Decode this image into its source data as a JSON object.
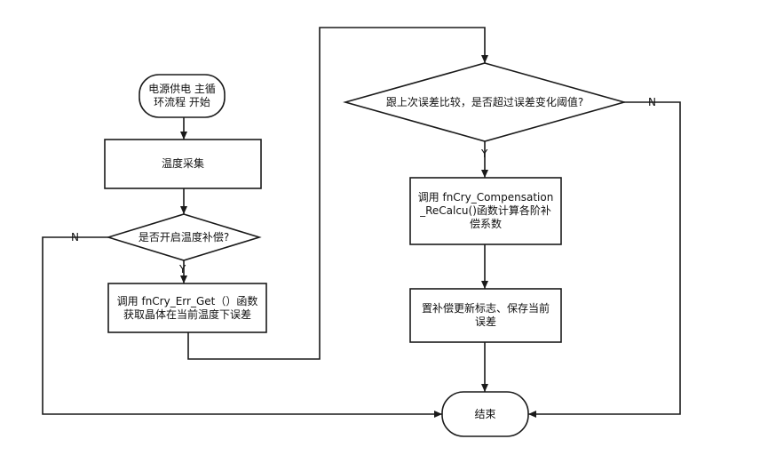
{
  "nodes": {
    "start": "电源供电 主循环流程 开始",
    "collect": "温度采集",
    "decision_enable": "是否开启温度补偿?",
    "get_error": "调用 fnCry_Err_Get（）函数获取晶体在当前温度下误差",
    "decision_compare": "跟上次误差比较，是否超过误差变化阈值?",
    "recalc": "调用 fnCry_Compensation_ReCalcu()函数计算各阶补偿系数",
    "update": "置补偿更新标志、保存当前误差",
    "end": "结束"
  },
  "edge_labels": {
    "yes": "Y",
    "no": "N"
  },
  "colors": {
    "stroke": "#1a1a1a",
    "fill": "#ffffff"
  }
}
